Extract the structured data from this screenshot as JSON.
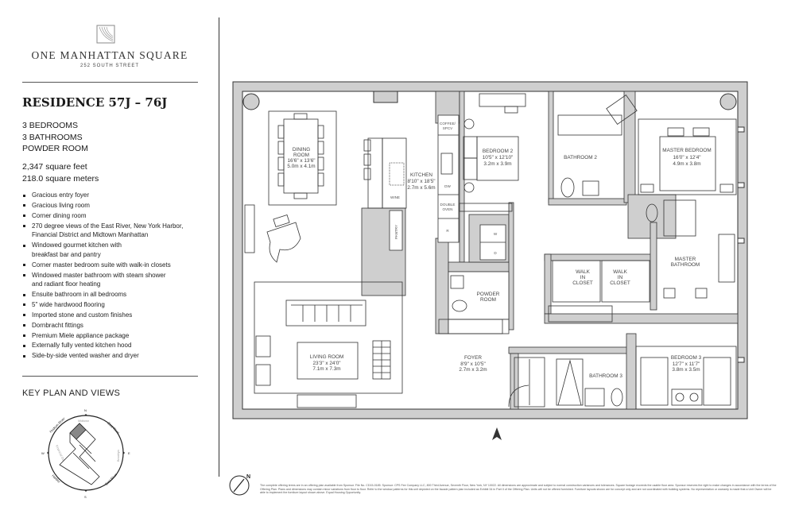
{
  "brand": {
    "name": "ONE MANHATTAN SQUARE",
    "address": "252 SOUTH STREET"
  },
  "residence": {
    "title": "RESIDENCE 57J – 76J",
    "rooms": [
      "3 BEDROOMS",
      "3 BATHROOMS",
      "POWDER ROOM"
    ],
    "area_sqft": "2,347 square feet",
    "area_sqm": "218.0 square meters"
  },
  "features": [
    "Gracious entry foyer",
    "Gracious living room",
    "Corner dining room",
    "270 degree views of the East River, New York Harbor, Financial District and Midtown Manhattan",
    "Windowed gourmet kitchen with breakfast bar and pantry",
    "Corner master bedroom suite with walk-in closets",
    "Windowed master bathroom with steam shower and radiant floor heating",
    "Ensuite bathroom in all bedrooms",
    "5\" wide hardwood flooring",
    "Imported stone and custom finishes",
    "Dornbracht fittings",
    "Premium Miele appliance package",
    "Externally fully vented kitchen hood",
    "Side-by-side vented washer and dryer"
  ],
  "key_plan": {
    "heading": "KEY PLAN AND VIEWS",
    "compass": {
      "n": "N",
      "e": "E",
      "s": "S",
      "w": "W"
    },
    "views": {
      "hudson": "Hudson River",
      "east_ne": "East River",
      "east_se": "East River",
      "harbor": "Harbor",
      "midtown": "Midtown",
      "brooklyn": "Brooklyn",
      "fidi": "Financial District"
    }
  },
  "floorplan": {
    "dining": {
      "name": "DINING",
      "name2": "ROOM",
      "ft": "16'6\" x 13'6\"",
      "m": "5.0m x 4.1m"
    },
    "kitchen": {
      "name": "KITCHEN",
      "ft": "8'10\" x 18'5\"",
      "m": "2.7m x 5.6m"
    },
    "bedroom2": {
      "name": "BEDROOM 2",
      "ft": "10'5\" x 12'10\"",
      "m": "3.2m x 3.9m"
    },
    "bathroom2": {
      "name": "BATHROOM 2"
    },
    "master_bedroom": {
      "name": "MASTER BEDROOM",
      "ft": "16'0\" x 12'4\"",
      "m": "4.9m x 3.8m"
    },
    "master_bathroom": {
      "name": "MASTER",
      "name2": "BATHROOM"
    },
    "walk_in_closet": {
      "l1": "WALK",
      "l2": "IN",
      "l3": "CLOSET"
    },
    "powder_room": {
      "name": "POWDER",
      "name2": "ROOM"
    },
    "living": {
      "name": "LIVING ROOM",
      "ft": "23'3\" x 24'0\"",
      "m": "7.1m x 7.3m"
    },
    "foyer": {
      "name": "FOYER",
      "ft": "8'9\" x 10'5\"",
      "m": "2.7m x 3.2m"
    },
    "bathroom3": {
      "name": "BATHROOM 3"
    },
    "bedroom3": {
      "name": "BEDROOM 3",
      "ft": "12'7\" x 11'7\"",
      "m": "3.8m x 3.5m"
    },
    "appliances": {
      "coffee": "COFFEE/",
      "coffee2": "SPCV",
      "dw": "DW",
      "oven": "DOUBLE",
      "oven2": "OVEN",
      "fridge": "R",
      "wine": "WINE",
      "pantry": "PANTRY",
      "washer": "W",
      "dryer": "D"
    },
    "north_label": "N"
  },
  "disclaimer": "The complete offering terms are in an offering plan available from Sponsor. File No. CD15-0185. Sponsor: CPS Fee Company LLC, 800 Third Avenue, Seventh Floor, New York, NY 10022. All dimensions are approximate and subject to normal construction variances and tolerances. Square footage exceeds the usable floor area. Sponsor reserves the right to make changes in accordance with the terms of the Offering Plan. Plans and dimensions may contain minor variations from floor to floor. Refer to the window patterns for this unit depicted on the facade pattern plan included as Exhibit 34 in Part II of the Offering Plan. Units will not be offered furnished. Furniture layouts shown are for concept only and are not coordinated with building systems. No representation or warranty is made that a Unit Owner will be able to implement the furniture layout shown above. Equal Housing Opportunity."
}
